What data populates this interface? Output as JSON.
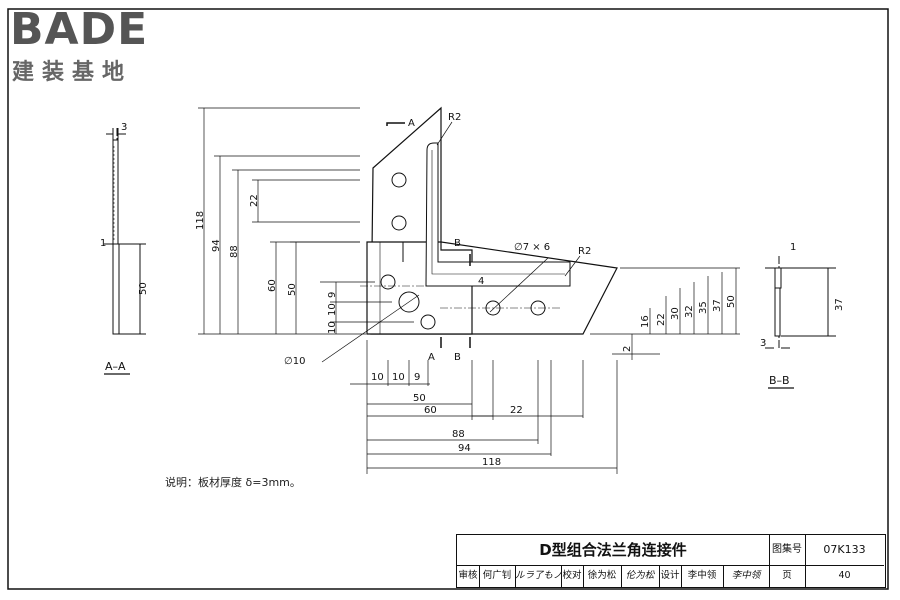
{
  "logo": {
    "brand": "BADE",
    "subtitle": "建装基地"
  },
  "labels": {
    "section_a_top": "A",
    "section_a_bottom": "A",
    "section_b_left": "B",
    "section_b_bottom": "B",
    "r2_top": "R2",
    "r2_right": "R2",
    "hole_slot": "∅7 × 6",
    "hole_dia": "∅10",
    "view_aa": "A–A",
    "view_bb": "B–B"
  },
  "dims": {
    "aa_thickness": "3",
    "aa_step": "1",
    "aa_len": "50",
    "bb_step": "1",
    "bb_len": "37",
    "bb_thickness": "3",
    "v_118": "118",
    "v_94": "94",
    "v_88": "88",
    "v_60": "60",
    "v_50": "50",
    "v_22": "22",
    "v_9": "9",
    "v_10a": "10",
    "v_10b": "10",
    "r_2": "2",
    "r_16": "16",
    "r_22": "22",
    "r_30": "30",
    "r_32": "32",
    "r_35": "35",
    "r_37": "37",
    "r_50": "50",
    "r_4": "4",
    "h_10a": "10",
    "h_10b": "10",
    "h_9": "9",
    "h_50": "50",
    "h_22": "22",
    "h_60": "60",
    "h_88": "88",
    "h_94": "94",
    "h_118": "118"
  },
  "note": "说明：板材厚度 δ=3mm。",
  "title_block": {
    "title": "D型组合法兰角连接件",
    "atlas_label": "图集号",
    "atlas_no": "07K133",
    "review_label": "审核",
    "reviewer": "何广钊",
    "review_sig": "ルラ了もノ",
    "check_label": "校对",
    "checker": "徐为松",
    "check_sig": "伦为松",
    "design_label": "设计",
    "designer": "李中领",
    "design_sig": "李中领",
    "page_label": "页",
    "page_no": "40"
  }
}
